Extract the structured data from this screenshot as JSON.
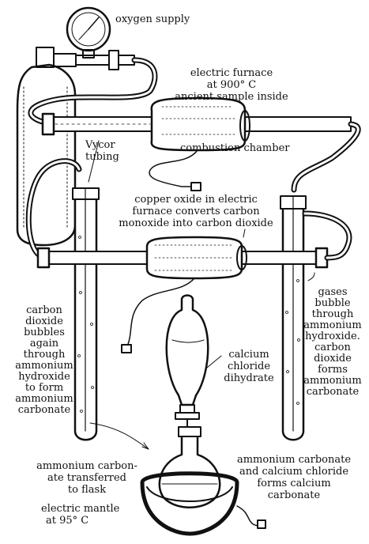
{
  "labels": {
    "oxygen_supply": "oxygen supply",
    "furnace": [
      "electric furnace",
      "at 900° C",
      "ancient sample inside"
    ],
    "combustion_chamber": "combustion chamber",
    "vycor": [
      "Vycor",
      "tubing"
    ],
    "copper_oxide": [
      "copper oxide in electric",
      "furnace converts carbon",
      "monoxide into carbon dioxide"
    ],
    "left_text": [
      "carbon",
      "dioxide",
      "bubbles",
      "again",
      "through",
      "ammonium",
      "hydroxide",
      "to form",
      "ammonium",
      "carbonate"
    ],
    "right_text": [
      "gases",
      "bubble",
      "through",
      "ammonium",
      "hydroxide.",
      "carbon",
      "dioxide",
      "forms",
      "ammonium",
      "carbonate"
    ],
    "calcium": [
      "calcium",
      "chloride",
      "dihydrate"
    ],
    "transferred": [
      "ammonium carbon-",
      "ate transferred",
      "to flask"
    ],
    "mantle": [
      "electric mantle",
      "at 95° C"
    ],
    "forms_calcium": [
      "ammonium carbonate",
      "and calcium chloride",
      "forms calcium",
      "carbonate"
    ]
  }
}
